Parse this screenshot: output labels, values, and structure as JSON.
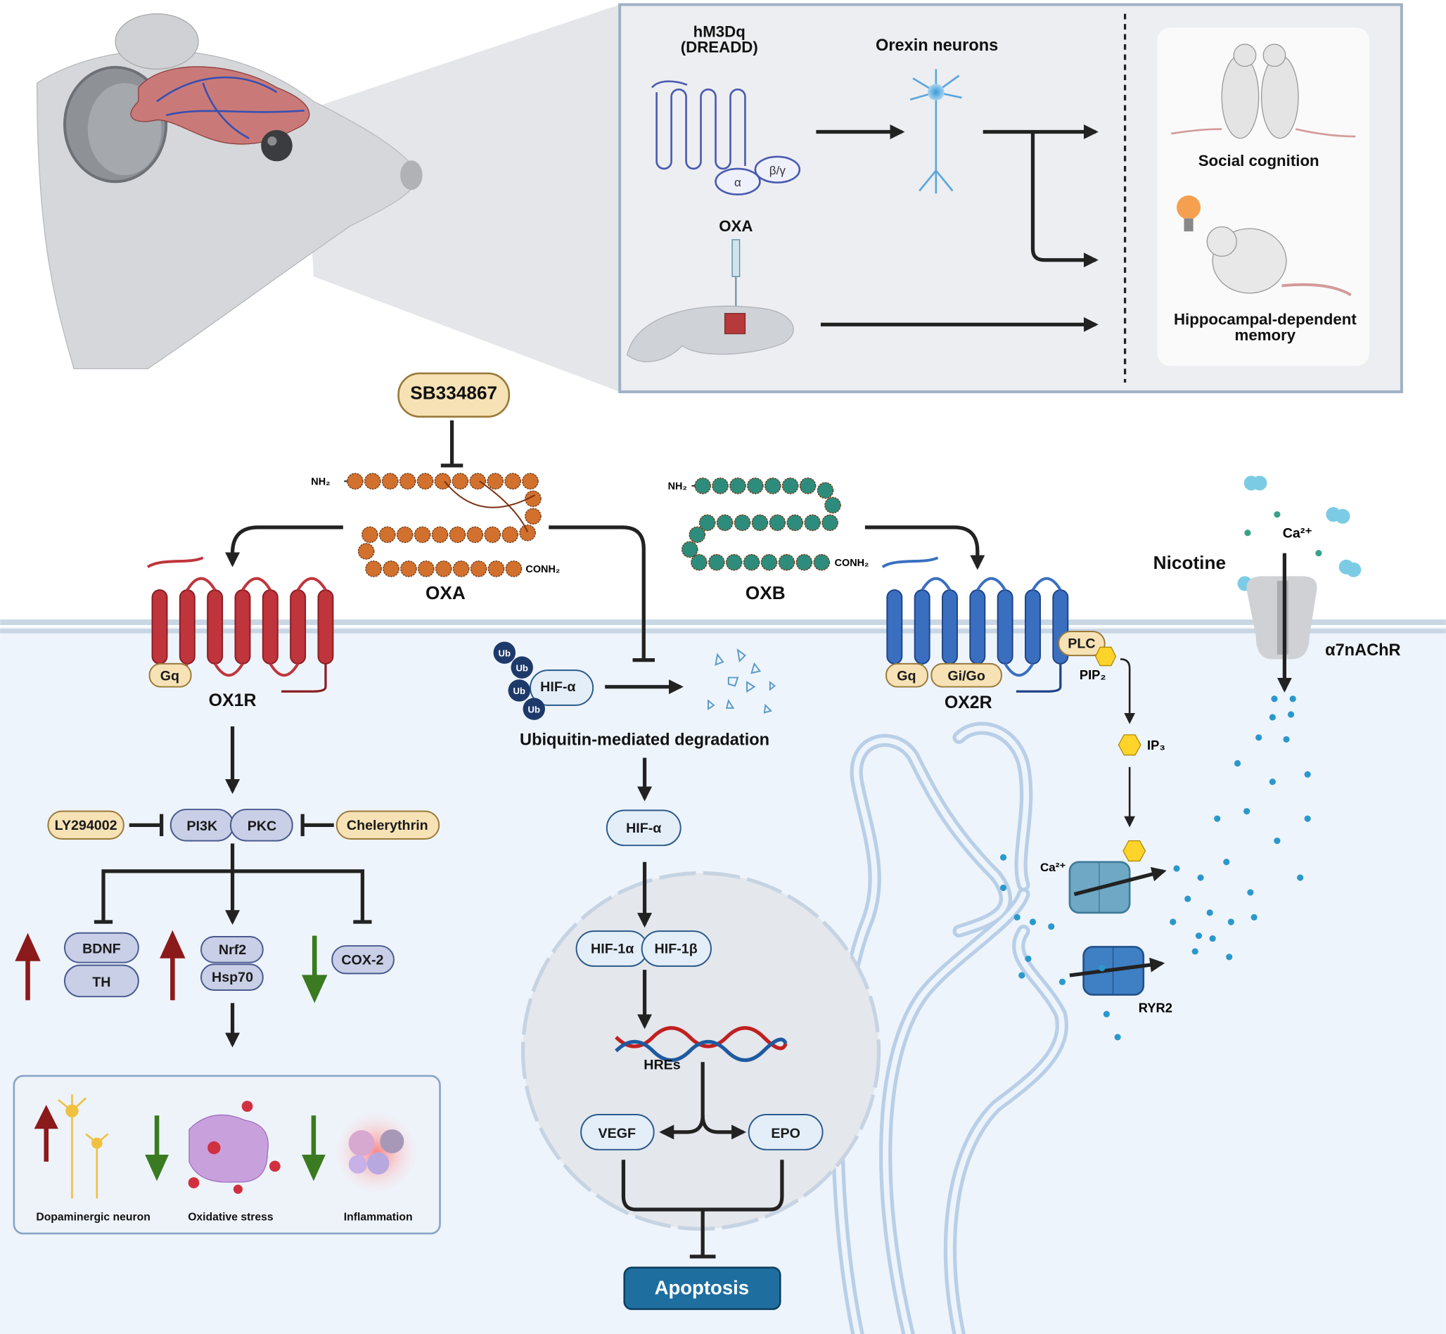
{
  "inset": {
    "dreadd_line1": "hM3Dq",
    "dreadd_line2": "(DREADD)",
    "orexin_neurons": "Orexin neurons",
    "alpha": "α",
    "beta_gamma": "β/γ",
    "oxa_injection": "OXA",
    "social_cognition": "Social cognition",
    "memory_line1": "Hippocampal-dependent",
    "memory_line2": "memory"
  },
  "antagonist": "SB334867",
  "peptides": {
    "oxa": {
      "label": "OXA",
      "n_term": "NH₂",
      "c_term": "CONH₂",
      "color": "#d2702e"
    },
    "oxb": {
      "label": "OXB",
      "n_term": "NH₂",
      "c_term": "CONH₂",
      "color": "#2e8c7c"
    }
  },
  "receptors": {
    "ox1r": {
      "label": "OX1R",
      "g_protein": "Gq",
      "color": "#c0343c"
    },
    "ox2r": {
      "label": "OX2R",
      "g_proteins": [
        "Gq",
        "Gi/Go"
      ],
      "color": "#3a6fc0"
    }
  },
  "left_pathway": {
    "inhibitor_left": "LY294002",
    "pi3k": "PI3K",
    "pkc": "PKC",
    "inhibitor_right": "Chelerythrin",
    "bdnf": "BDNF",
    "th": "TH",
    "nrf2": "Nrf2",
    "hsp70": "Hsp70",
    "cox2": "COX-2",
    "outcomes": [
      "Dopaminergic neuron",
      "Oxidative stress",
      "Inflammation"
    ],
    "up_color": "#8b1a1a",
    "down_color": "#3a7a20"
  },
  "middle_pathway": {
    "ub": "Ub",
    "hif_alpha": "HIF-α",
    "degradation": "Ubiquitin-mediated degradation",
    "hif_alpha2": "HIF-α",
    "hif1a": "HIF-1α",
    "hif1b": "HIF-1β",
    "hres": "HREs",
    "vegf": "VEGF",
    "epo": "EPO",
    "apoptosis": "Apoptosis"
  },
  "right_pathway": {
    "plc": "PLC",
    "pip2": "PIP₂",
    "ip3": "IP₃",
    "ca_er": "Ca²⁺",
    "ryr2": "RYR2",
    "nicotine": "Nicotine",
    "ca_ext": "Ca²⁺",
    "a7nachr": "α7nAChR"
  }
}
